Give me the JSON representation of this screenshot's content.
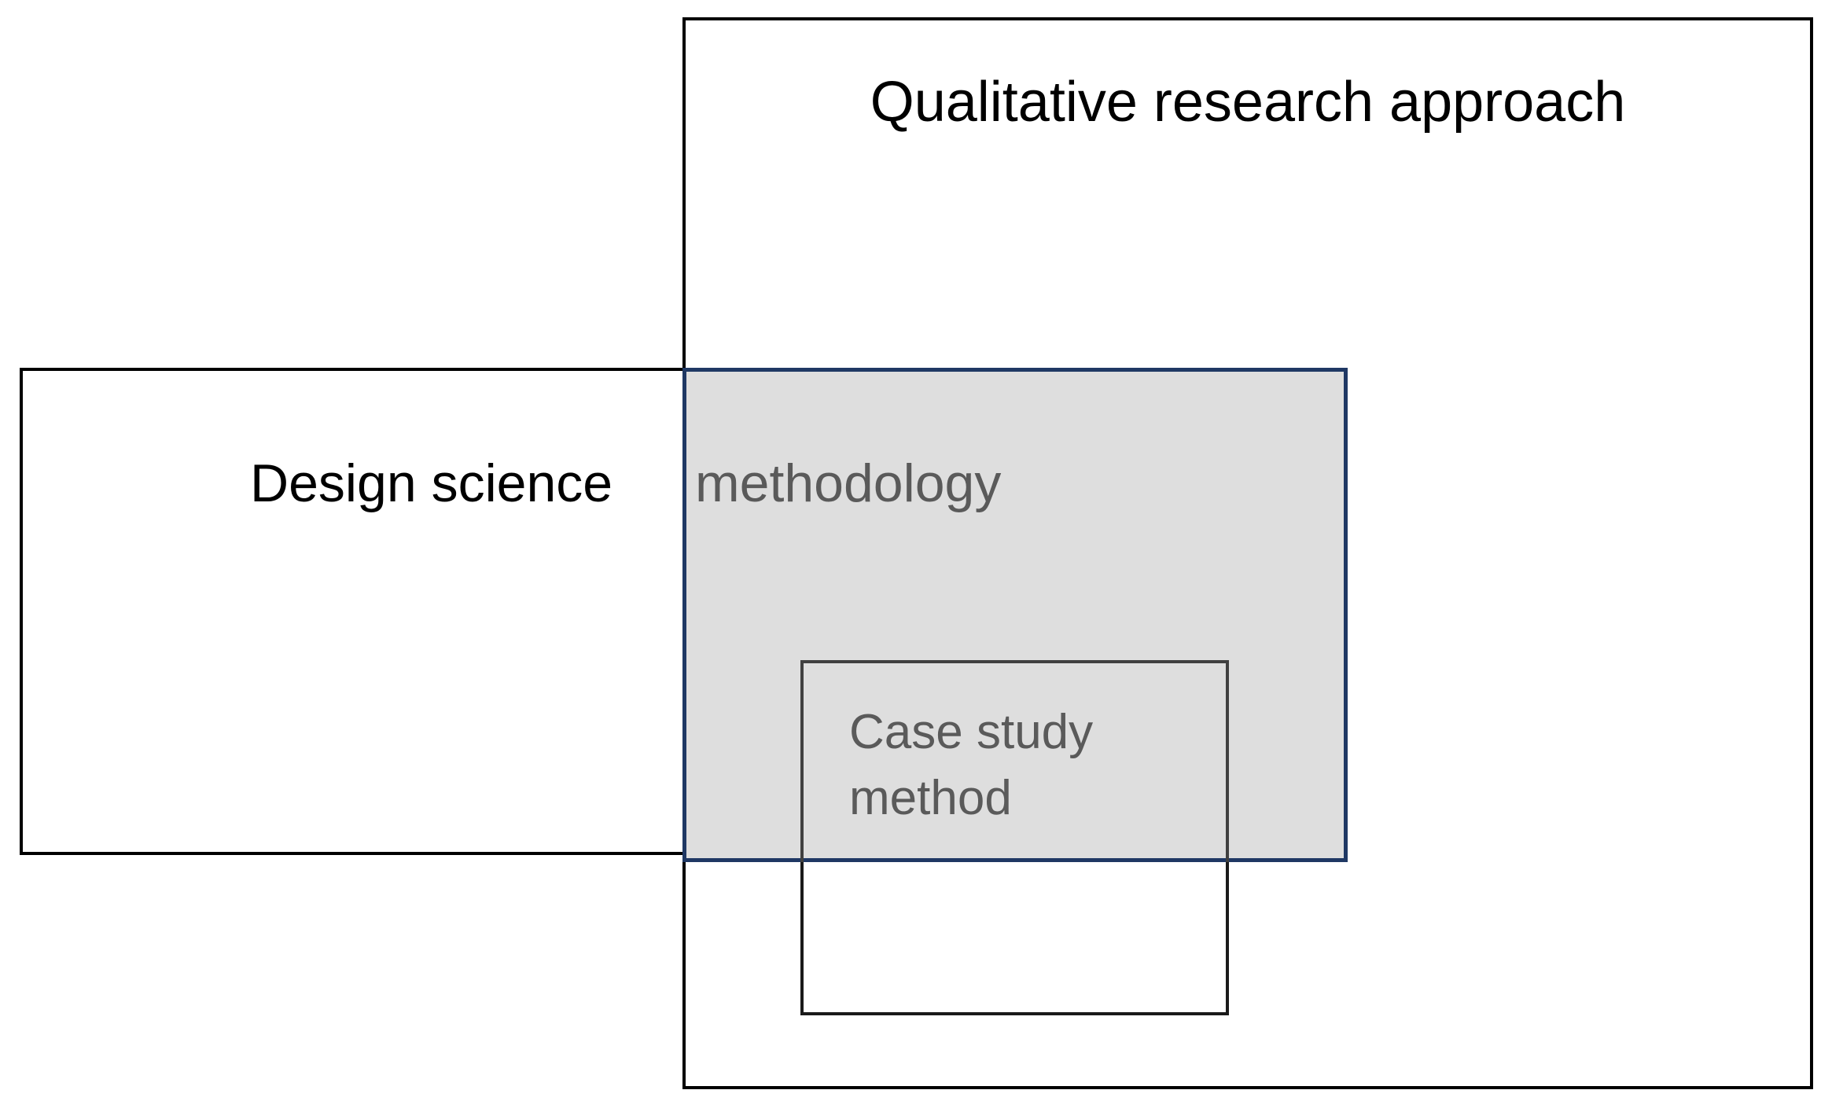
{
  "diagram": {
    "kind": "nested-overlapping-rectangles",
    "background_color": "#FFFFFF",
    "boxes": [
      {
        "id": "qualitative",
        "label": "Qualitative research approach",
        "border_color": "#000000",
        "fill_color": "none",
        "text_color": "#000000",
        "label_position": "top-center"
      },
      {
        "id": "design-science",
        "label": "Design science",
        "border_color": "#000000",
        "fill_color": "none",
        "text_color": "#000000",
        "label_position": "middle-right"
      },
      {
        "id": "methodology",
        "label": "methodology",
        "border_color": "#1F3864",
        "fill_color": "#DEDEDE",
        "text_color": "#5A5A5A",
        "label_position": "upper-left"
      },
      {
        "id": "case-study",
        "label_line_1": "Case study",
        "label_line_2": "method",
        "border_color": "#404040",
        "fill_color": "none",
        "text_color": "#5A5A5A",
        "label_position": "upper-left"
      }
    ]
  }
}
